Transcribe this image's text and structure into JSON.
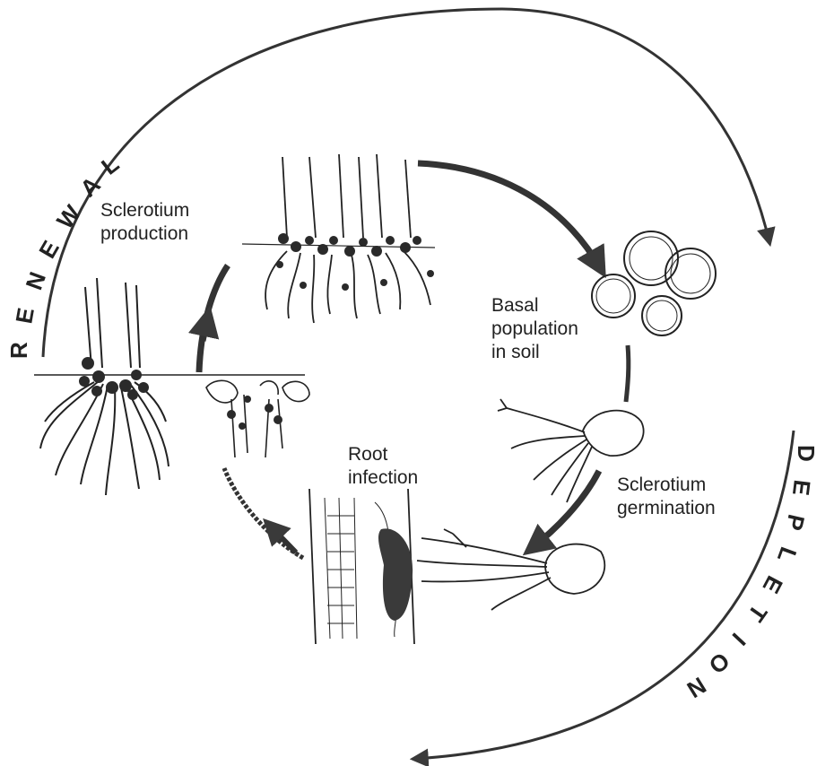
{
  "labels": {
    "sclerotium_production": [
      "Sclerotium",
      "production"
    ],
    "basal_population": [
      "Basal",
      "population",
      "in soil"
    ],
    "sclerotium_germination": [
      "Sclerotium",
      "germination"
    ],
    "root_infection": [
      "Root",
      "infection"
    ]
  },
  "arc_words": {
    "renewal": "RENEWAL",
    "depletion": "DEPLETION"
  },
  "colors": {
    "ink": "#222222",
    "arrow": "#444444",
    "background": "#ffffff"
  }
}
